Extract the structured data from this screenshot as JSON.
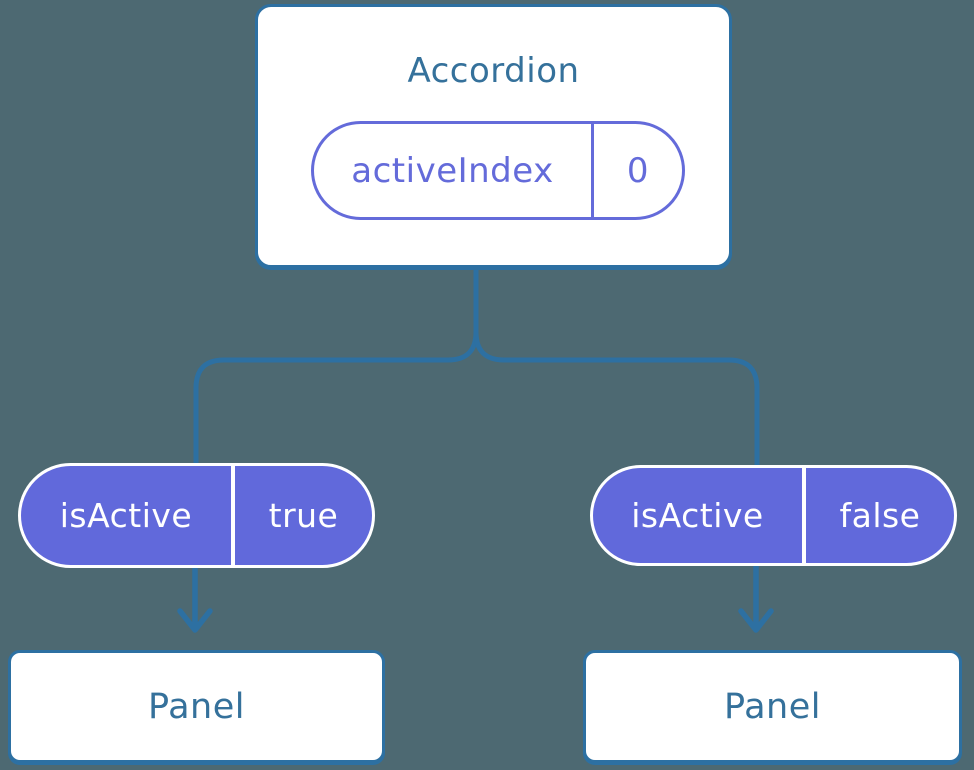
{
  "diagram": {
    "root": {
      "title": "Accordion",
      "state_pill": {
        "label": "activeIndex",
        "value": "0"
      }
    },
    "children": [
      {
        "prop_pill": {
          "label": "isActive",
          "value": "true"
        },
        "box_label": "Panel"
      },
      {
        "prop_pill": {
          "label": "isActive",
          "value": "false"
        },
        "box_label": "Panel"
      }
    ]
  },
  "colors": {
    "background": "#4d6972",
    "connector_blue": "#2d70a2",
    "box_border_blue": "#2d70a2",
    "heading_text_blue": "#35719b",
    "pill_fill_purple": "#6169db",
    "pill_outline_purple": "#646bda",
    "box_fill": "#ffffff",
    "pill_text_white": "#ffffff"
  }
}
